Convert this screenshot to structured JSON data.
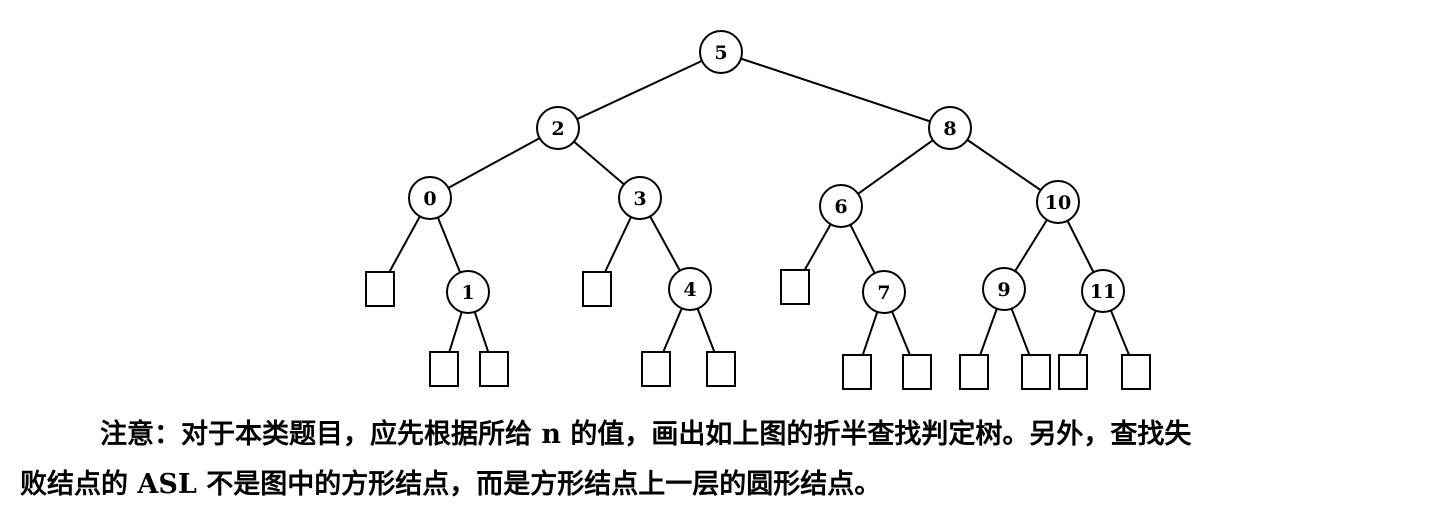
{
  "tree": {
    "internal_nodes": [
      {
        "id": "n5",
        "label": "5"
      },
      {
        "id": "n2",
        "label": "2"
      },
      {
        "id": "n8",
        "label": "8"
      },
      {
        "id": "n0",
        "label": "0"
      },
      {
        "id": "n3",
        "label": "3"
      },
      {
        "id": "n6",
        "label": "6"
      },
      {
        "id": "n10",
        "label": "10"
      },
      {
        "id": "n1",
        "label": "1"
      },
      {
        "id": "n4",
        "label": "4"
      },
      {
        "id": "n7",
        "label": "7"
      },
      {
        "id": "n9",
        "label": "9"
      },
      {
        "id": "n11",
        "label": "11"
      }
    ],
    "failure_nodes": [
      "f0",
      "f1a",
      "f1b",
      "f3",
      "f4a",
      "f4b",
      "f6",
      "f7a",
      "f7b",
      "f9a",
      "f9b",
      "f11a",
      "f11b"
    ],
    "edges": [
      [
        "n5",
        "n2"
      ],
      [
        "n5",
        "n8"
      ],
      [
        "n2",
        "n0"
      ],
      [
        "n2",
        "n3"
      ],
      [
        "n8",
        "n6"
      ],
      [
        "n8",
        "n10"
      ],
      [
        "n0",
        "f0"
      ],
      [
        "n0",
        "n1"
      ],
      [
        "n3",
        "f3"
      ],
      [
        "n3",
        "n4"
      ],
      [
        "n6",
        "f6"
      ],
      [
        "n6",
        "n7"
      ],
      [
        "n10",
        "n9"
      ],
      [
        "n10",
        "n11"
      ],
      [
        "n1",
        "f1a"
      ],
      [
        "n1",
        "f1b"
      ],
      [
        "n4",
        "f4a"
      ],
      [
        "n4",
        "f4b"
      ],
      [
        "n7",
        "f7a"
      ],
      [
        "n7",
        "f7b"
      ],
      [
        "n9",
        "f9a"
      ],
      [
        "n9",
        "f9b"
      ],
      [
        "n11",
        "f11a"
      ],
      [
        "n11",
        "f11b"
      ]
    ]
  },
  "note": {
    "line1": "注意：对于本类题目，应先根据所给 n 的值，画出如上图的折半查找判定树。另外，查找失",
    "line2": "败结点的 ASL 不是图中的方形结点，而是方形结点上一层的圆形结点。"
  }
}
